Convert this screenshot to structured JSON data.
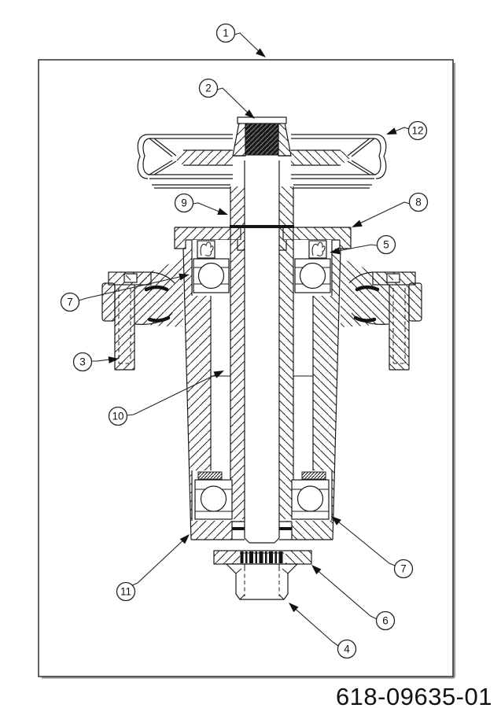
{
  "figure": {
    "part_number": "618-09635-01",
    "callouts": [
      {
        "label": "1"
      },
      {
        "label": "2"
      },
      {
        "label": "12"
      },
      {
        "label": "9"
      },
      {
        "label": "8"
      },
      {
        "label": "5"
      },
      {
        "label": "7"
      },
      {
        "label": "3"
      },
      {
        "label": "10"
      },
      {
        "label": "11"
      },
      {
        "label": "7"
      },
      {
        "label": "6"
      },
      {
        "label": "4"
      }
    ]
  },
  "colors": {
    "line": "#1a1a1a",
    "frame": "#3c3c3c",
    "frame_shadow": "#9b9b9b",
    "thread_fill": "#181818",
    "background": "#ffffff"
  }
}
